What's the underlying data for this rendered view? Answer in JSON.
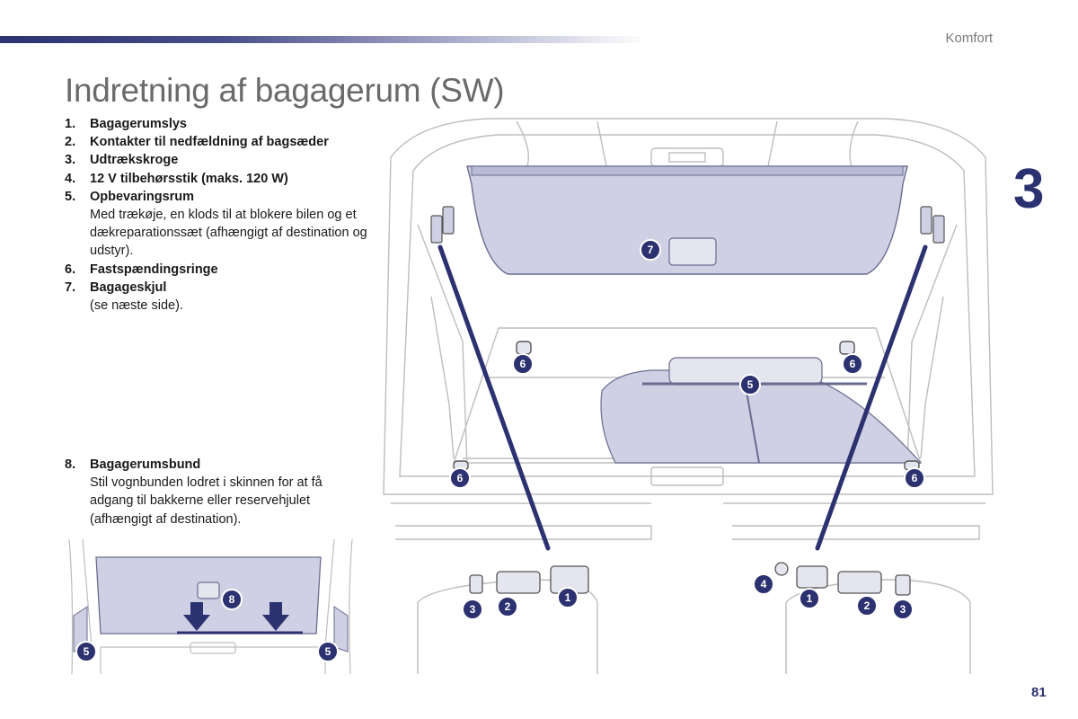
{
  "header": {
    "section": "Komfort",
    "chapter": "3"
  },
  "title": "Indretning af bagagerum (SW)",
  "legend": [
    {
      "num": "1.",
      "title": "Bagagerumslys",
      "desc": ""
    },
    {
      "num": "2.",
      "title": "Kontakter til nedfældning af bagsæder",
      "desc": ""
    },
    {
      "num": "3.",
      "title": "Udtrækskroge",
      "desc": ""
    },
    {
      "num": "4.",
      "title": "12 V tilbehørsstik (maks. 120 W)",
      "desc": ""
    },
    {
      "num": "5.",
      "title": "Opbevaringsrum",
      "desc": "Med trækøje, en klods til at blokere bilen og et dækreparationssæt (afhængigt af destination og udstyr)."
    },
    {
      "num": "6.",
      "title": "Fastspændingsringe",
      "desc": ""
    },
    {
      "num": "7.",
      "title": "Bagageskjul",
      "desc": "(se næste side)."
    }
  ],
  "legend8": {
    "num": "8.",
    "title": "Bagagerumsbund",
    "desc": "Stil vognbunden lodret i skinnen for at få adgang til bakkerne eller reservehjulet (afhængigt af destination)."
  },
  "callouts": {
    "main": [
      "7",
      "6",
      "6",
      "5",
      "6",
      "6"
    ],
    "left_panel": [
      "3",
      "2",
      "1"
    ],
    "right_panel": [
      "4",
      "1",
      "2",
      "3"
    ],
    "small": [
      "8",
      "5",
      "5"
    ]
  },
  "colors": {
    "navy": "#2c3170",
    "lavender": "#cfd0e3",
    "line": "#bdbdbd"
  },
  "page_number": "81"
}
